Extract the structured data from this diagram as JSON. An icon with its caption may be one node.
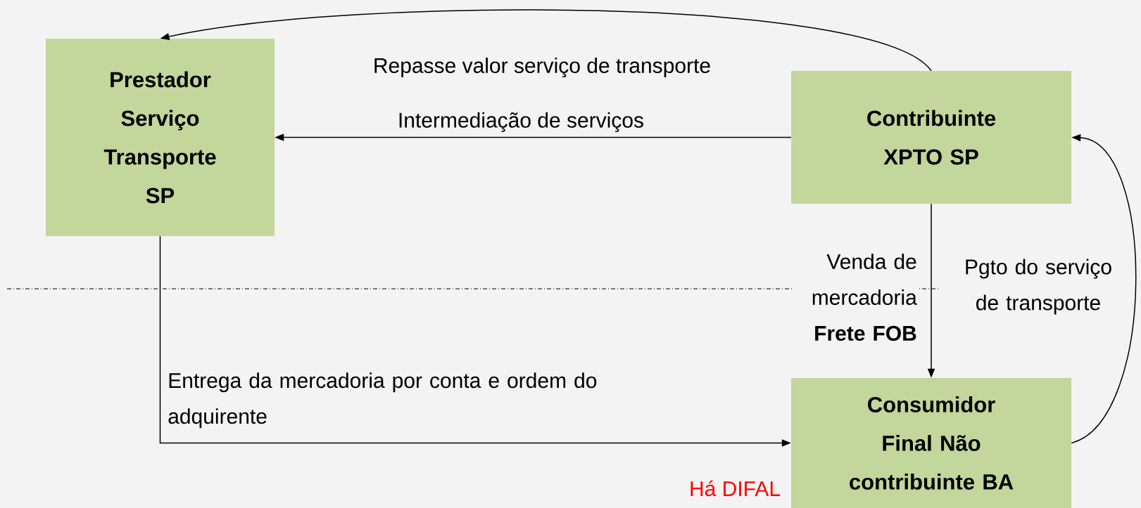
{
  "diagram": {
    "nodes": [
      {
        "text": [
          "Prestador Serviço Transporte SP"
        ]
      },
      {
        "text": [
          "Contribuinte XPTO SP"
        ]
      },
      {
        "text": [
          "Consumidor Final Não contribuinte BA"
        ]
      }
    ],
    "edges": [
      {
        "from": 1,
        "to": 0,
        "arrow": "to",
        "label": "Repasse valor serviço de transporte"
      },
      {
        "from": 1,
        "to": 0,
        "arrow": "to",
        "label": "Intermediação de serviços"
      },
      {
        "from": 1,
        "to": 2,
        "arrow": "to",
        "label": "Venda de mercadoria **Frete FOB**"
      },
      {
        "from": 2,
        "to": 1,
        "arrow": "to",
        "label": "Pgto do serviço de transporte"
      },
      {
        "from": 0,
        "to": 2,
        "arrow": "to",
        "label": "Entrega da mercadoria por conta e ordem do adquirente"
      }
    ],
    "labels": [
      "Há DIFAL"
    ]
  }
}
